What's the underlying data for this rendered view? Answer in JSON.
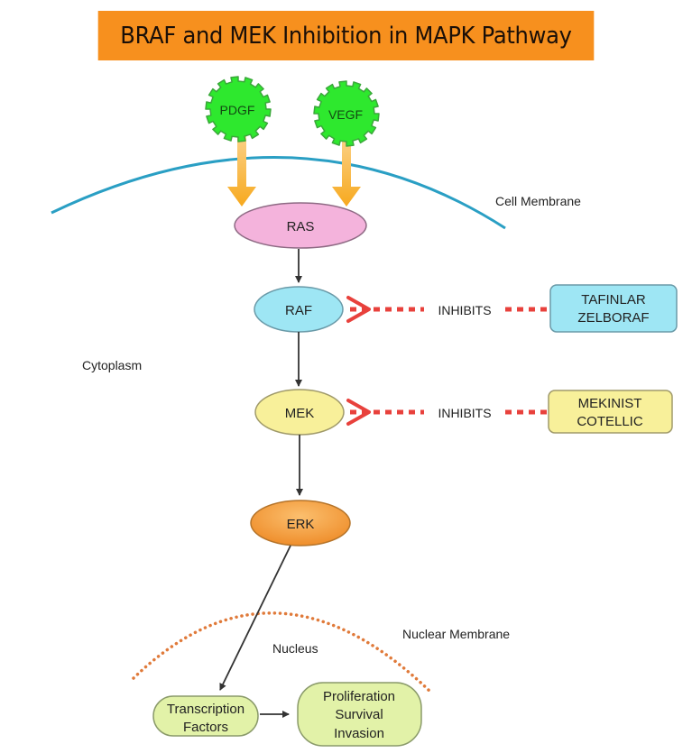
{
  "title": "BRAF and MEK Inhibition in MAPK Pathway",
  "colors": {
    "title_bg": "#f7901e",
    "growth_factor": "#2ee82e",
    "cell_membrane": "#2a9fc4",
    "nuclear_membrane": "#e07a3a",
    "ras": "#f4b3dc",
    "raf": "#9ee6f4",
    "mek": "#f8f09a",
    "erk": "#f49a3a",
    "inhibitor_line": "#e8413c",
    "nucleus_boxes": "#e2f2a8",
    "signal_arrow": "#f8b23a"
  },
  "growth_factors": [
    {
      "id": "pdgf",
      "label": "PDGF"
    },
    {
      "id": "vegf",
      "label": "VEGF"
    }
  ],
  "regions": {
    "cell_membrane": "Cell Membrane",
    "cytoplasm": "Cytoplasm",
    "nuclear_membrane": "Nuclear Membrane",
    "nucleus": "Nucleus"
  },
  "kinases": [
    {
      "id": "ras",
      "label": "RAS"
    },
    {
      "id": "raf",
      "label": "RAF"
    },
    {
      "id": "mek",
      "label": "MEK"
    },
    {
      "id": "erk",
      "label": "ERK"
    }
  ],
  "inhibitions": [
    {
      "target": "RAF",
      "relation": "INHIBITS",
      "drugs": [
        "TAFINLAR",
        "ZELBORAF"
      ]
    },
    {
      "target": "MEK",
      "relation": "INHIBITS",
      "drugs": [
        "MEKINIST",
        "COTELLIC"
      ]
    }
  ],
  "nucleus_nodes": {
    "transcription": [
      "Transcription",
      "Factors"
    ],
    "outcomes": [
      "Proliferation",
      "Survival",
      "Invasion"
    ]
  }
}
